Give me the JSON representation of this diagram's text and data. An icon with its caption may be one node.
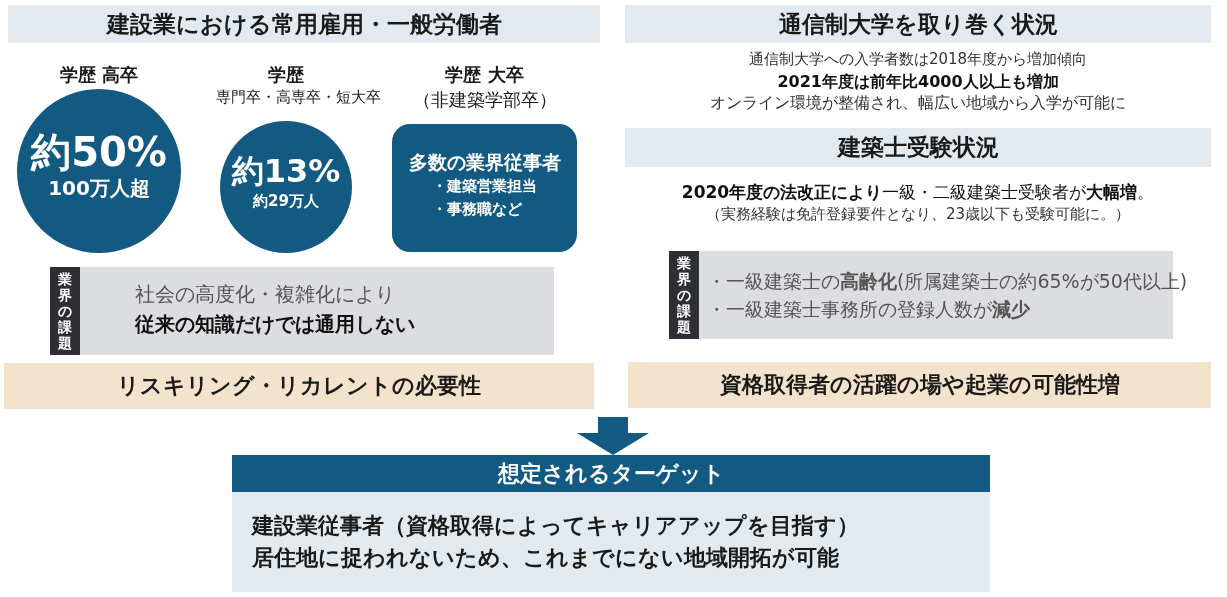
{
  "diagram": {
    "nodes": [
      {
        "text": [
          "建設業における常用雇用・一般労働者"
        ]
      },
      {
        "text": [
          "学歴 高卒",
          "約50%",
          "100万人超"
        ]
      },
      {
        "text": [
          "学歴",
          "専門卒・高専卒・短大卒",
          "約13%",
          "約29万人"
        ]
      },
      {
        "text": [
          "学歴 大卒",
          "（非建築学部卒）",
          "多数の業界従事者",
          "・建築営業担当",
          "・事務職など"
        ]
      },
      {
        "text": [
          "社会の高度化・複雑化により",
          "従来の知識だけでは通用しない"
        ]
      },
      {
        "text": [
          "業界の課題"
        ],
        "in": 4
      },
      {
        "text": [
          "リスキリング・リカレントの必要性"
        ]
      },
      {
        "text": [
          "通信制大学を取り巻く状況"
        ]
      },
      {
        "text": [
          "建築士受験状況"
        ]
      },
      {
        "text": [
          "・一級建築士の**高齢化**(所属建築士の約65%が50代以上)",
          "・一級建築士事務所の登録人数が**減少**"
        ]
      },
      {
        "text": [
          "業界の課題"
        ],
        "in": 9
      },
      {
        "text": [
          "資格取得者の活躍の場や起業の可能性増"
        ]
      },
      {
        "text": [
          "想定されるターゲット",
          "建設業従事者（資格取得によってキャリアアップを目指す）",
          "居住地に捉われないため、これまでにない地域開拓が可能"
        ]
      }
    ],
    "edges": [
      {
        "from": null,
        "to": 12,
        "arrow": "to"
      }
    ],
    "labels": [
      "通信制大学への入学者数は2018年度から増加傾向",
      "2021年度は前年比4000人以上も増加",
      "オンライン環境が整備され、幅広い地域から入学が可能に",
      "**2020年度の法改正により**一級・二級建築士受験者が**大幅増**。",
      "（実務経験は免許登録要件となり、23歳以下も受験可能に。）"
    ]
  }
}
